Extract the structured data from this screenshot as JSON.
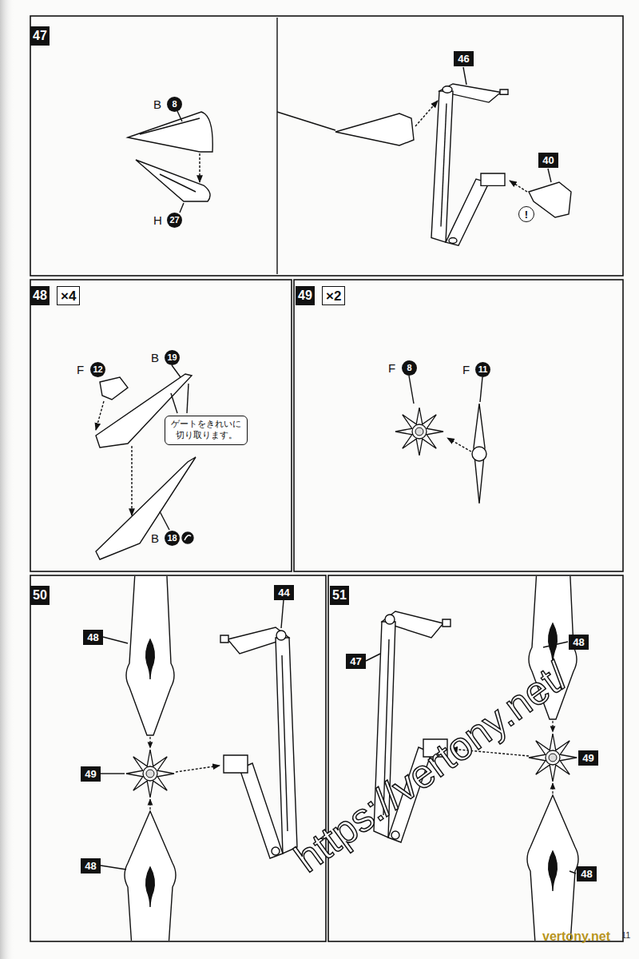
{
  "diagram": {
    "nodes": [
      {
        "text": [
          "47"
        ]
      },
      {
        "text": [
          "8"
        ]
      },
      {
        "text": [
          "27"
        ]
      },
      {
        "text": [
          "46"
        ]
      },
      {
        "text": [
          "40"
        ]
      },
      {
        "text": [
          "!"
        ]
      },
      {
        "text": [
          "48"
        ]
      },
      {
        "text": [
          "×4"
        ]
      },
      {
        "text": [
          "12"
        ]
      },
      {
        "text": [
          "19"
        ]
      },
      {
        "text": [
          "ゲートをきれいに 切り取ります。"
        ]
      },
      {
        "text": [
          "18"
        ]
      },
      {
        "text": [
          "49"
        ]
      },
      {
        "text": [
          "×2"
        ]
      },
      {
        "text": [
          "8"
        ]
      },
      {
        "text": [
          "11"
        ]
      },
      {
        "text": [
          "50"
        ]
      },
      {
        "text": [
          "48"
        ]
      },
      {
        "text": [
          "44"
        ]
      },
      {
        "text": [
          "49"
        ]
      },
      {
        "text": [
          "48"
        ]
      },
      {
        "text": [
          "51"
        ]
      },
      {
        "text": [
          "48"
        ]
      },
      {
        "text": [
          "47"
        ]
      },
      {
        "text": [
          "49"
        ]
      },
      {
        "text": [
          "48"
        ]
      }
    ],
    "labels": [
      "B",
      "H",
      "F",
      "B",
      "B",
      "F",
      "F",
      "https://vertony.net/",
      "vertony.net",
      "11"
    ]
  }
}
